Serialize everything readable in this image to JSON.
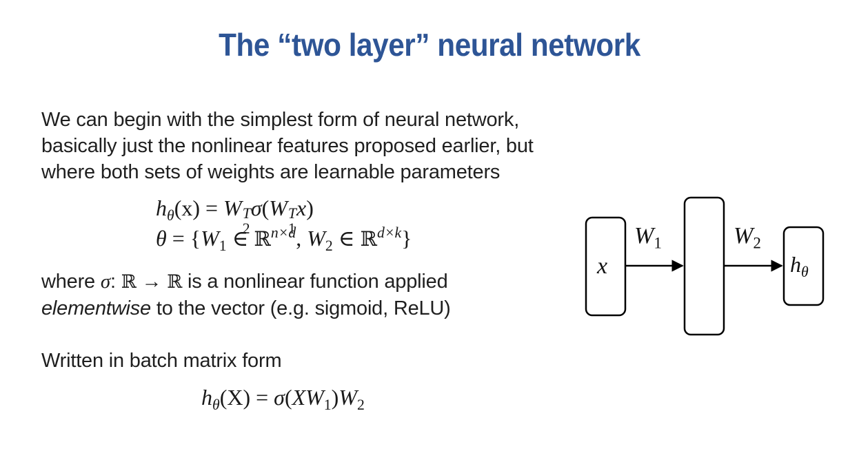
{
  "slide": {
    "title": "The “two layer” neural network"
  },
  "intro": {
    "lines": [
      "We can begin with the simplest form of neural network,",
      "basically just the nonlinear features proposed earlier, but",
      "where both sets of weights are learnable parameters"
    ]
  },
  "equations": {
    "hypothesis": {
      "lhs": "h",
      "lhs_sub": "θ",
      "lhs_arg": "(x)",
      "eq": "=",
      "w2": "W",
      "w2_sub": "2",
      "w2_sup": "T",
      "sigma": "σ",
      "open": "(",
      "w1": "W",
      "w1_sub": "1",
      "w1_sup": "T",
      "arg": "x",
      "close": ")"
    },
    "params": {
      "theta": "θ",
      "eq": "=",
      "brace_open": "{",
      "w1": "W",
      "w1_sub": "1",
      "in1": "∈",
      "R1": "ℝ",
      "dim1": "n×d",
      "comma": ",",
      "w2": "W",
      "w2_sub": "2",
      "in2": "∈",
      "R2": "ℝ",
      "dim2": "d×k",
      "brace_close": "}"
    },
    "batch": {
      "lhs": "h",
      "lhs_sub": "θ",
      "lhs_arg": "(X)",
      "eq": "=",
      "sigma": "σ",
      "open": "(",
      "X": "XW",
      "w1_sub": "1",
      "close": ")",
      "w2": "W",
      "w2_sub": "2"
    }
  },
  "where_text": {
    "line1_pre": "where ",
    "sigma": "σ",
    "colon": ": ",
    "R_from": "ℝ",
    "arrow": " → ",
    "R_to": "ℝ",
    "line1_post": " is a nonlinear function applied",
    "line2_italic": "elementwise",
    "line2_post": " to the vector (e.g. sigmoid, ReLU)"
  },
  "batch_text": {
    "label": "Written in batch matrix form"
  },
  "diagram": {
    "input_label": "x",
    "weight1_label": "W",
    "weight1_sub": "1",
    "weight2_label": "W",
    "weight2_sub": "2",
    "output_label": "h",
    "output_sub": "θ"
  }
}
